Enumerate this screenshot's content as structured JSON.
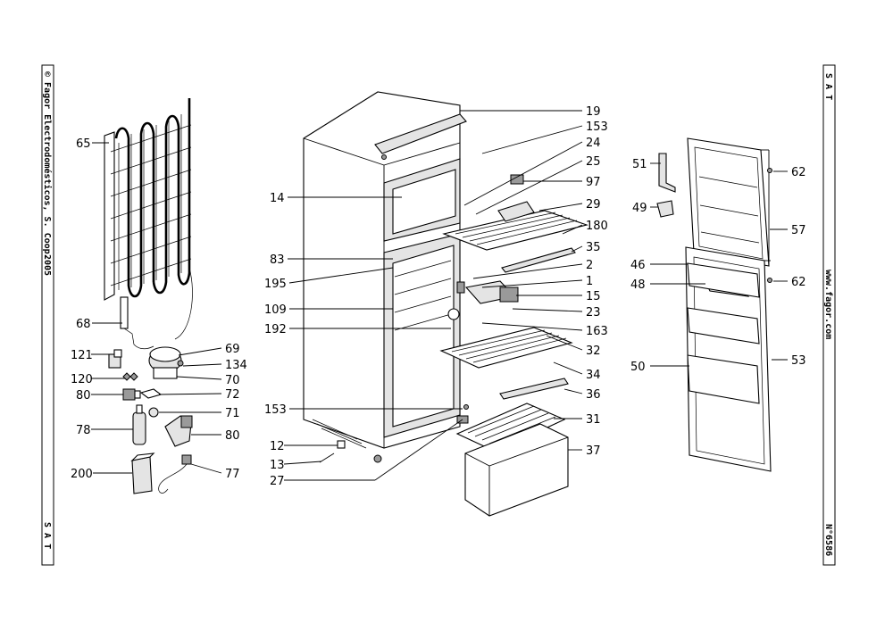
{
  "left_strip": {
    "brand_text": "© Fagor Electrodomésticos, S. Coop.",
    "year": "2005",
    "sat": "S A T"
  },
  "right_strip": {
    "sat": "S A T",
    "website": "www.fagor.com",
    "doc_number": "N°6586"
  },
  "labels": {
    "l65": "65",
    "l68": "68",
    "l121": "121",
    "l120": "120",
    "l80a": "80",
    "l78": "78",
    "l200": "200",
    "l69": "69",
    "l134": "134",
    "l70": "70",
    "l72": "72",
    "l71": "71",
    "l80b": "80",
    "l77": "77",
    "l14": "14",
    "l83": "83",
    "l195": "195",
    "l109": "109",
    "l192": "192",
    "l153b": "153",
    "l12": "12",
    "l13": "13",
    "l27": "27",
    "l19": "19",
    "l153a": "153",
    "l24": "24",
    "l25": "25",
    "l97": "97",
    "l29": "29",
    "l180": "180",
    "l35": "35",
    "l2": "2",
    "l1": "1",
    "l15": "15",
    "l23": "23",
    "l163": "163",
    "l32": "32",
    "l34": "34",
    "l36": "36",
    "l31": "31",
    "l37": "37",
    "l51": "51",
    "l49": "49",
    "l46": "46",
    "l48": "48",
    "l50": "50",
    "l62a": "62",
    "l57": "57",
    "l62b": "62",
    "l53": "53"
  }
}
